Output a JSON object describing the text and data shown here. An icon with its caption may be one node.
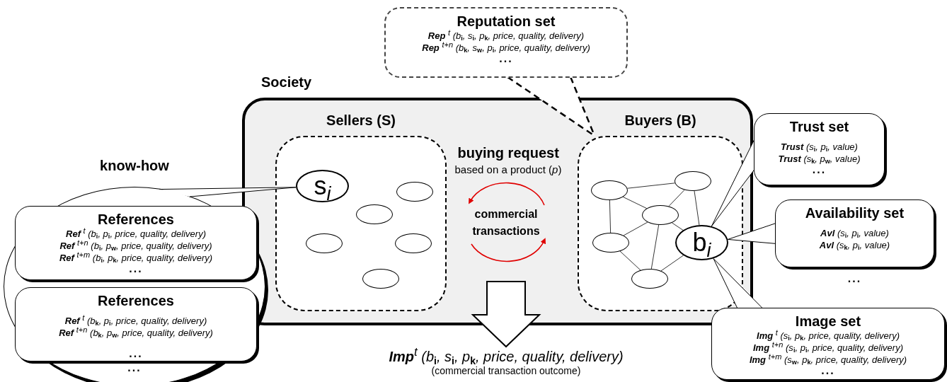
{
  "diagram": {
    "nodes": [
      {
        "text": [
          "Society"
        ]
      },
      {
        "text": [
          "Sellers (S)"
        ],
        "in": 0
      },
      {
        "text": [
          "s$_{i}$"
        ],
        "in": 1
      },
      {
        "text": [],
        "shape": "circle",
        "in": 1
      },
      {
        "text": [],
        "shape": "circle",
        "in": 1
      },
      {
        "text": [],
        "shape": "circle",
        "in": 1
      },
      {
        "text": [],
        "shape": "circle",
        "in": 1
      },
      {
        "text": [],
        "shape": "circle",
        "in": 1
      },
      {
        "text": [
          "Buyers (B)"
        ],
        "in": 0
      },
      {
        "text": [],
        "shape": "circle",
        "in": 8
      },
      {
        "text": [],
        "shape": "circle",
        "in": 8
      },
      {
        "text": [],
        "shape": "circle",
        "in": 8
      },
      {
        "text": [],
        "shape": "circle",
        "in": 8
      },
      {
        "text": [
          "b$_{i}$"
        ],
        "in": 8
      },
      {
        "text": [],
        "shape": "circle",
        "in": 8
      },
      {
        "text": [
          "**Imp**$^{t}$ (b$_{i}$, s$_{i}$, p$_{k}$, price, quality, delivery)",
          "(commercial transaction outcome)"
        ]
      },
      {
        "text": [
          "Reputation set",
          "**Rep** $^{t}$ (b$_{i}$, s$_{i}$, p$_{k}$, price, quality, delivery)",
          "**Rep** $^{t+n}$ (b$_{k}$, s$_{w}$, p$_{i}$, price, quality, delivery)",
          "..."
        ]
      },
      {
        "text": [
          "know-how",
          "..."
        ]
      },
      {
        "text": [
          "References",
          "**Ref** $^{t}$ (b$_{i}$, p$_{i}$, price, quality, delivery)",
          "**Ref** $^{t+n}$ (b$_{i}$, p$_{w}$, price, quality, delivery)",
          "**Ref** $^{t+m}$ (b$_{i}$, p$_{k}$, price, quality, delivery)",
          "..."
        ],
        "in": 17
      },
      {
        "text": [
          "References",
          "**Ref** $^{t}$ (b$_{k}$, p$_{i}$, price, quality, delivery)",
          "**Ref** $^{t+n}$ (b$_{k}$, p$_{w}$, price, quality, delivery)",
          "..."
        ],
        "in": 17
      },
      {
        "text": [
          "Trust set",
          "**Trust** (s$_{i}$, p$_{i}$, value)",
          "**Trust** (s$_{k}$, p$_{w}$, value)",
          "..."
        ]
      },
      {
        "text": [
          "Availability set",
          "**Avl** (s$_{i}$, p$_{i}$, value)",
          "**Avl** (s$_{k}$, p$_{i}$, value)"
        ],
        "beside": [
          "..."
        ]
      },
      {
        "text": [
          "Image set",
          "**Img** $^{t}$ (s$_{i}$, p$_{k}$, price, quality, delivery)",
          "**Img** $^{t+n}$ (s$_{i}$, p$_{i}$, price, quality, delivery)",
          "**Img** $^{t+m}$ (s$_{w}$, p$_{k}$, price, quality, delivery)",
          "..."
        ]
      }
    ],
    "edges": [
      {
        "from": 9,
        "to": 10,
        "arrow": "none"
      },
      {
        "from": 9,
        "to": 12,
        "arrow": "none"
      },
      {
        "from": 9,
        "to": 11,
        "arrow": "none"
      },
      {
        "from": 10,
        "to": 11,
        "arrow": "none"
      },
      {
        "from": 10,
        "to": 13,
        "arrow": "none"
      },
      {
        "from": 11,
        "to": 12,
        "arrow": "none"
      },
      {
        "from": 11,
        "to": 13,
        "arrow": "none"
      },
      {
        "from": 11,
        "to": 14,
        "arrow": "none"
      },
      {
        "from": 12,
        "to": 14,
        "arrow": "none"
      },
      {
        "from": 14,
        "to": 13,
        "arrow": "none"
      },
      {
        "from": 0,
        "to": 15,
        "arrow": "to",
        "style": "thick"
      },
      {
        "from": 16,
        "to": 8,
        "arrow": "none",
        "style": "dashed"
      },
      {
        "from": 17,
        "to": 2,
        "arrow": "none"
      },
      {
        "from": 20,
        "to": 13,
        "arrow": "none"
      },
      {
        "from": 21,
        "to": 13,
        "arrow": "none"
      },
      {
        "from": 22,
        "to": 13,
        "arrow": "none"
      }
    ],
    "labels": [
      "buying request",
      "based on a product (*p*)",
      "commercial transactions"
    ]
  }
}
